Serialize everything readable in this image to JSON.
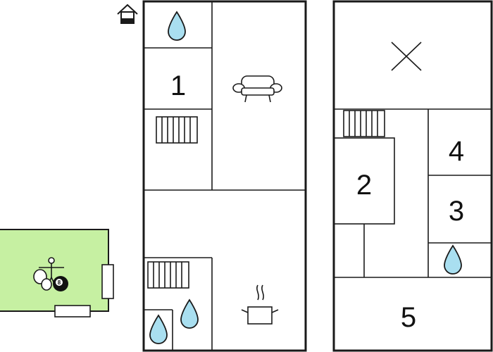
{
  "floorplan": {
    "colors": {
      "wall": "#1a1a1a",
      "water": "#a9dff0",
      "outdoor_area": "#c6f0a2",
      "background": "#ffffff"
    },
    "icons": [
      "entrance-house-icon",
      "water-drop-icon",
      "sofa-icon",
      "stairs-icon",
      "cooking-pot-icon",
      "billiard-ball-icon",
      "table-tennis-icon",
      "table-football-icon",
      "bench-icon",
      "void-cross-icon"
    ],
    "ground_floor": {
      "room_1_label": "1"
    },
    "upper_floor": {
      "room_2_label": "2",
      "room_3_label": "3",
      "room_4_label": "4",
      "room_5_label": "5"
    },
    "outdoor": {
      "billiard_ball_number": "8"
    }
  }
}
